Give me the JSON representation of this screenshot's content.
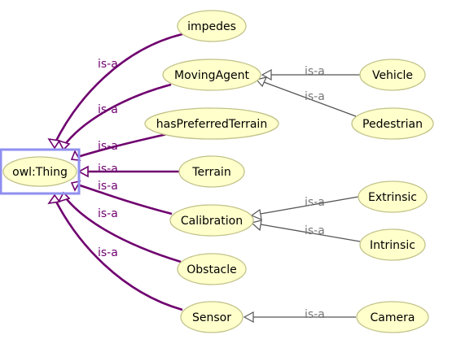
{
  "root": {
    "label": "owl:Thing"
  },
  "nodes": {
    "impedes": "impedes",
    "moving_agent": "MovingAgent",
    "has_preferred_terrain": "hasPreferredTerrain",
    "terrain": "Terrain",
    "calibration": "Calibration",
    "obstacle": "Obstacle",
    "sensor": "Sensor",
    "vehicle": "Vehicle",
    "pedestrian": "Pedestrian",
    "extrinsic": "Extrinsic",
    "intrinsic": "Intrinsic",
    "camera": "Camera"
  },
  "edge_label": "is-a",
  "colors": {
    "node_fill": "#ffffcc",
    "primary_edge": "#6f006f",
    "secondary_edge": "#555555",
    "selection": "#8f8ff0"
  }
}
